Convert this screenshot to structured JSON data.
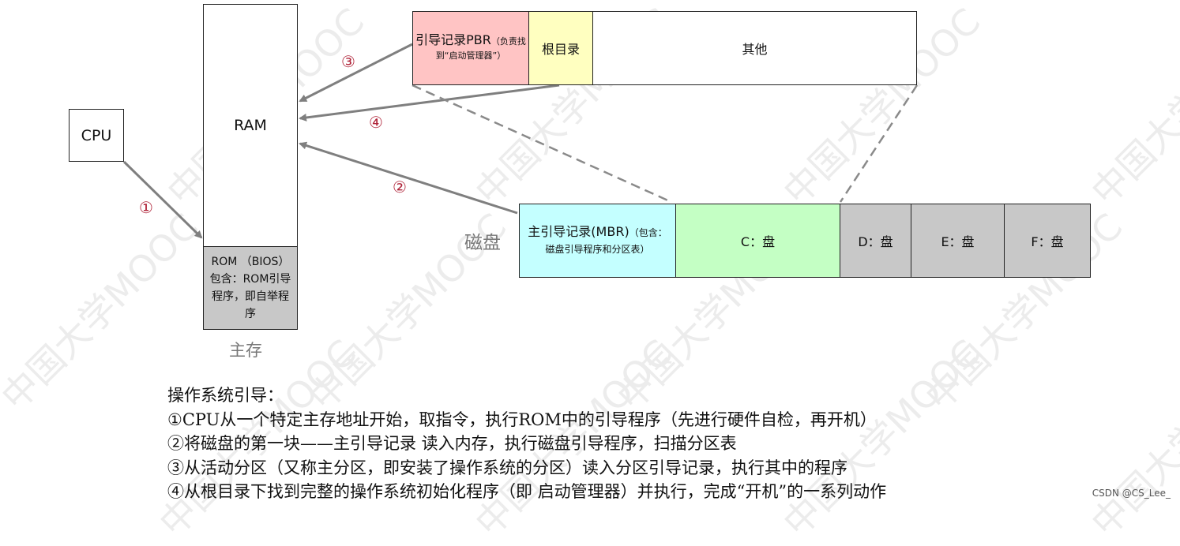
{
  "diagram": {
    "cpu_label": "CPU",
    "ram_label": "RAM",
    "rom_label": "ROM （BIOS）包含：ROM引导程序，即自举程序",
    "main_memory_label": "主存",
    "disk_label": "磁盘",
    "step1": "①",
    "step2": "②",
    "step3": "③",
    "step4": "④",
    "partition": {
      "pbr_label": "引导记录PBR",
      "pbr_note": "（负责找到“启动管理器”）",
      "root_label": "根目录",
      "other_label": "其他"
    },
    "disk_layout": {
      "mbr_label": "主引导记录(MBR)",
      "mbr_note": "（包含：磁盘引导程序和分区表）",
      "c_label": "C：盘",
      "d_label": "D：盘",
      "e_label": "E：盘",
      "f_label": "F：盘"
    },
    "colors": {
      "pbr": "#ffc4c4",
      "root": "#ffffc0",
      "mbr": "#c4ffff",
      "c_drive": "#c4ffc4",
      "gray": "#c8c8c8",
      "arrow": "#7f7f7f",
      "step": "#b0253a"
    },
    "watermark": "中国大学MOOC"
  },
  "description": {
    "title": "操作系统引导：",
    "line1": "①CPU从一个特定主存地址开始，取指令，执行ROM中的引导程序（先进行硬件自检，再开机）",
    "line2": "②将磁盘的第一块——主引导记录 读入内存，执行磁盘引导程序，扫描分区表",
    "line3": "③从活动分区（又称主分区，即安装了操作系统的分区）读入分区引导记录，执行其中的程序",
    "line4": "④从根目录下找到完整的操作系统初始化程序（即 启动管理器）并执行，完成“开机”的一系列动作"
  },
  "footer": "CSDN @CS_Lee_"
}
